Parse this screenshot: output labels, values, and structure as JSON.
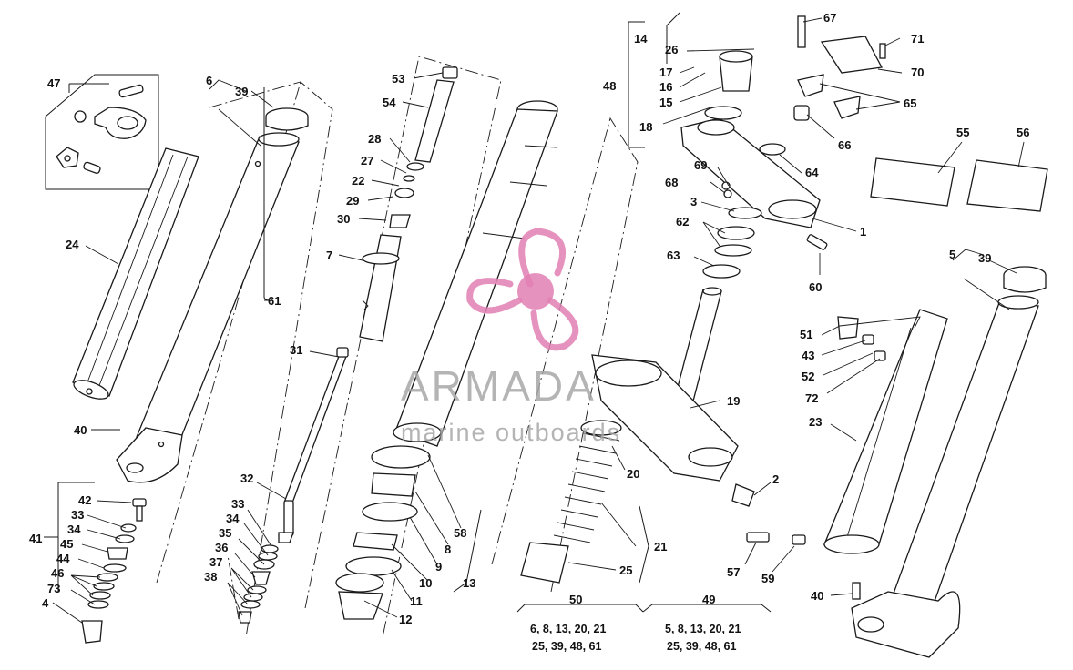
{
  "diagram": {
    "type": "exploded parts diagram",
    "callouts": [
      {
        "id": "c47",
        "text": "47"
      },
      {
        "id": "c6",
        "text": "6"
      },
      {
        "id": "c39a",
        "text": "39"
      },
      {
        "id": "c24",
        "text": "24"
      },
      {
        "id": "c40a",
        "text": "40"
      },
      {
        "id": "c61",
        "text": "61"
      },
      {
        "id": "c31",
        "text": "31"
      },
      {
        "id": "c32",
        "text": "32"
      },
      {
        "id": "c33a",
        "text": "33"
      },
      {
        "id": "c34a",
        "text": "34"
      },
      {
        "id": "c35",
        "text": "35"
      },
      {
        "id": "c36",
        "text": "36"
      },
      {
        "id": "c37",
        "text": "37"
      },
      {
        "id": "c38",
        "text": "38"
      },
      {
        "id": "c42",
        "text": "42"
      },
      {
        "id": "c33b",
        "text": "33"
      },
      {
        "id": "c34b",
        "text": "34"
      },
      {
        "id": "c41",
        "text": "41"
      },
      {
        "id": "c45",
        "text": "45"
      },
      {
        "id": "c44",
        "text": "44"
      },
      {
        "id": "c46",
        "text": "46"
      },
      {
        "id": "c73",
        "text": "73"
      },
      {
        "id": "c4",
        "text": "4"
      },
      {
        "id": "c53",
        "text": "53"
      },
      {
        "id": "c54",
        "text": "54"
      },
      {
        "id": "c28",
        "text": "28"
      },
      {
        "id": "c27",
        "text": "27"
      },
      {
        "id": "c22",
        "text": "22"
      },
      {
        "id": "c29",
        "text": "29"
      },
      {
        "id": "c30",
        "text": "30"
      },
      {
        "id": "c7",
        "text": "7"
      },
      {
        "id": "c58",
        "text": "58"
      },
      {
        "id": "c8",
        "text": "8"
      },
      {
        "id": "c9",
        "text": "9"
      },
      {
        "id": "c10",
        "text": "10"
      },
      {
        "id": "c11",
        "text": "11"
      },
      {
        "id": "c12",
        "text": "12"
      },
      {
        "id": "c13",
        "text": "13"
      },
      {
        "id": "c20",
        "text": "20"
      },
      {
        "id": "c21",
        "text": "21"
      },
      {
        "id": "c25",
        "text": "25"
      },
      {
        "id": "c19",
        "text": "19"
      },
      {
        "id": "c2",
        "text": "2"
      },
      {
        "id": "c14",
        "text": "14"
      },
      {
        "id": "c26",
        "text": "26"
      },
      {
        "id": "c17",
        "text": "17"
      },
      {
        "id": "c16",
        "text": "16"
      },
      {
        "id": "c15",
        "text": "15"
      },
      {
        "id": "c48",
        "text": "48"
      },
      {
        "id": "c18",
        "text": "18"
      },
      {
        "id": "c67",
        "text": "67"
      },
      {
        "id": "c71",
        "text": "71"
      },
      {
        "id": "c70",
        "text": "70"
      },
      {
        "id": "c65",
        "text": "65"
      },
      {
        "id": "c66",
        "text": "66"
      },
      {
        "id": "c64",
        "text": "64"
      },
      {
        "id": "c69",
        "text": "69"
      },
      {
        "id": "c68",
        "text": "68"
      },
      {
        "id": "c3",
        "text": "3"
      },
      {
        "id": "c1",
        "text": "1"
      },
      {
        "id": "c62",
        "text": "62"
      },
      {
        "id": "c63",
        "text": "63"
      },
      {
        "id": "c60",
        "text": "60"
      },
      {
        "id": "c55",
        "text": "55"
      },
      {
        "id": "c56",
        "text": "56"
      },
      {
        "id": "c5",
        "text": "5"
      },
      {
        "id": "c39b",
        "text": "39"
      },
      {
        "id": "c51",
        "text": "51"
      },
      {
        "id": "c43",
        "text": "43"
      },
      {
        "id": "c52",
        "text": "52"
      },
      {
        "id": "c72",
        "text": "72"
      },
      {
        "id": "c23",
        "text": "23"
      },
      {
        "id": "c57",
        "text": "57"
      },
      {
        "id": "c59",
        "text": "59"
      },
      {
        "id": "c40b",
        "text": "40"
      }
    ],
    "kits": [
      {
        "number": "50",
        "line1": "6, 8, 13, 20, 21",
        "line2": "25, 39, 48, 61"
      },
      {
        "number": "49",
        "line1": "5, 8, 13, 20, 21",
        "line2": "25, 39, 48, 61"
      }
    ]
  },
  "watermark": {
    "brand": "ARMADA",
    "tagline": "marine outboards",
    "logo_color": "#e27fb3",
    "text_color": "#a7a7a7"
  }
}
